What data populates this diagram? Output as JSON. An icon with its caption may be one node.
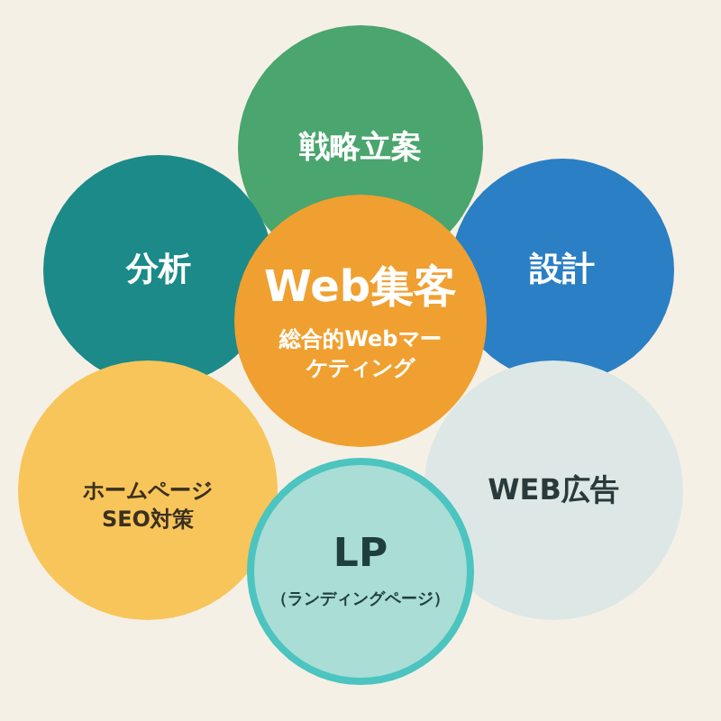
{
  "diagram": {
    "nodes": [
      {
        "text": [
          "戦略立案"
        ]
      },
      {
        "text": [
          "分析"
        ]
      },
      {
        "text": [
          "Web集客",
          "総合的Webマーケティング"
        ]
      },
      {
        "text": [
          "設計"
        ]
      },
      {
        "text": [
          "ホームページSEO対策"
        ]
      },
      {
        "text": [
          "WEB広告"
        ]
      },
      {
        "text": [
          "LP",
          "（ランディングページ）"
        ]
      }
    ]
  }
}
